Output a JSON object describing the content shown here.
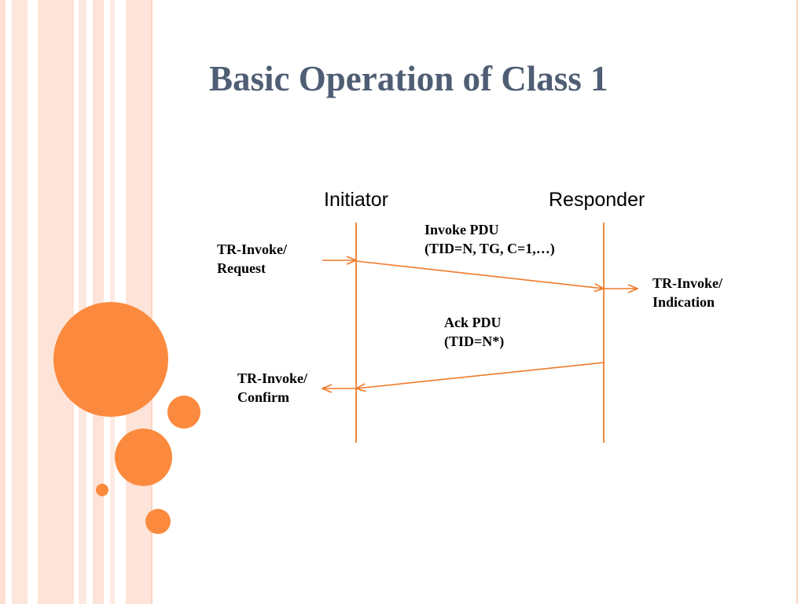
{
  "slide": {
    "title": "Basic Operation of Class 1"
  },
  "diagram": {
    "initiator_label": "Initiator",
    "responder_label": "Responder",
    "invoke_pdu_line1": "Invoke PDU",
    "invoke_pdu_line2": "(TID=N, TG, C=1,…)",
    "ack_pdu_line1": "Ack PDU",
    "ack_pdu_line2": "(TID=N*)",
    "request_line1": "TR-Invoke/",
    "request_line2": "Request",
    "indication_line1": "TR-Invoke/",
    "indication_line2": "Indication",
    "confirm_line1": "TR-Invoke/",
    "confirm_line2": "Confirm"
  },
  "theme": {
    "accent_orange": "#fb8a3e",
    "title_color": "#4f5e74",
    "stripe_peach": "#fde3d8",
    "line_color": "#f07a2a"
  }
}
